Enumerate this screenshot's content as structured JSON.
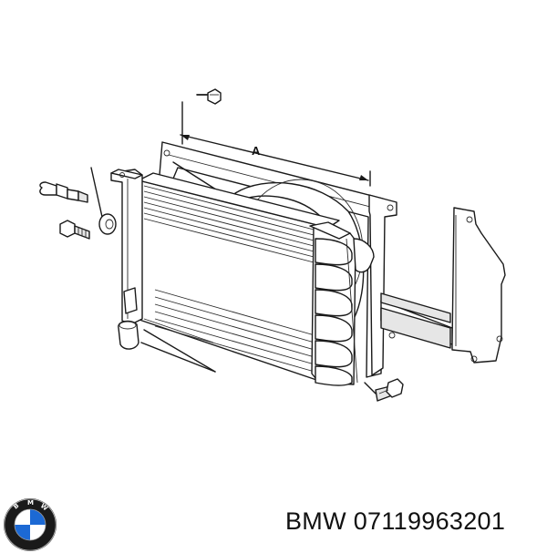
{
  "diagram": {
    "dimension_label": "A"
  },
  "caption": {
    "brand": "BMW",
    "part_number": "07119963201"
  },
  "logo": {
    "brand_text": "BMW",
    "colors": {
      "blue": "#1c69d4",
      "ring": "#1a1a1a",
      "white": "#ffffff"
    },
    "icon": "bmw-roundel-logo"
  }
}
